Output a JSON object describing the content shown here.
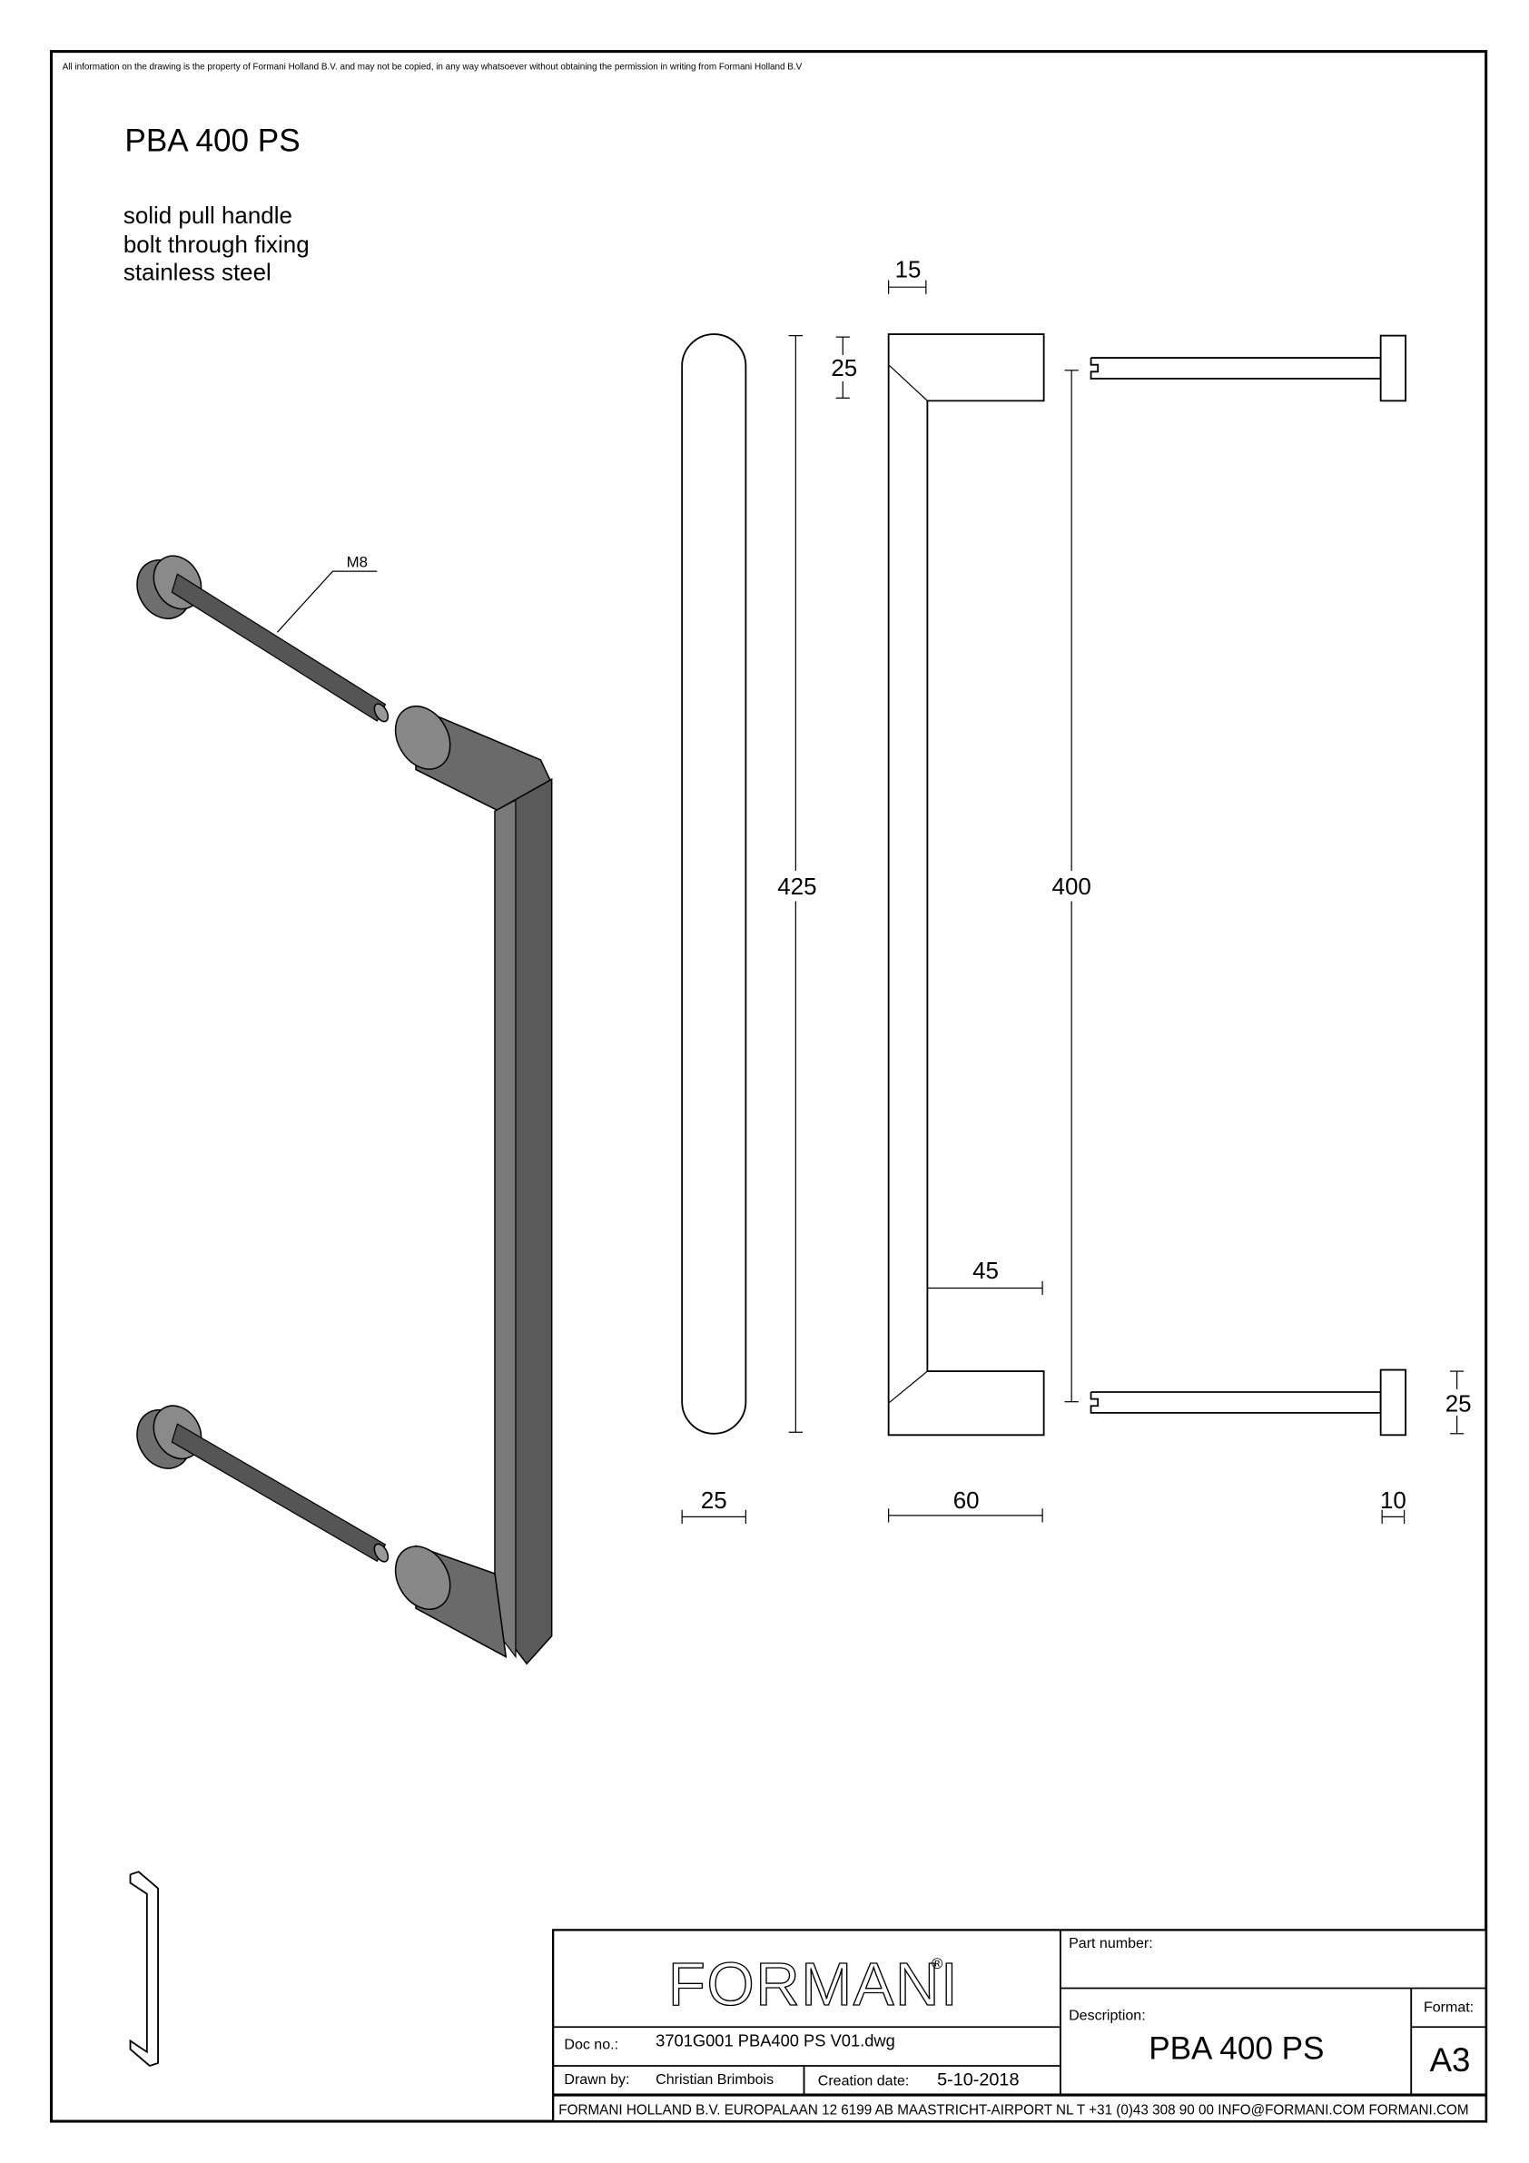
{
  "notice": "All information on the drawing is the property of Formani Holland B.V. and may not be copied, in any way whatsoever without obtaining the permission in writing from Formani Holland B.V",
  "title": "PBA 400 PS",
  "description_lines": [
    "solid pull handle",
    "bolt through fixing",
    "stainless steel"
  ],
  "callouts": {
    "thread": "M8"
  },
  "dimensions": {
    "front_width": "25",
    "front_height": "425",
    "side_top_thickness": "15",
    "side_leg_height": "25",
    "side_depth_inner": "45",
    "side_depth": "60",
    "center_distance": "400",
    "bolt_rosette_dia": "25",
    "bolt_rosette_thickness": "10"
  },
  "title_block": {
    "logo": "FORMANI",
    "logo_mark": "®",
    "part_number_label": "Part number:",
    "part_number": "",
    "description_label": "Description:",
    "description": "PBA 400 PS",
    "format_label": "Format:",
    "format": "A3",
    "doc_no_label": "Doc no.:",
    "doc_no": "3701G001 PBA400 PS V01.dwg",
    "drawn_by_label": "Drawn by:",
    "drawn_by": "Christian Brimbois",
    "creation_date_label": "Creation date:",
    "creation_date": "5-10-2018",
    "footer": "FORMANI HOLLAND B.V.  EUROPALAAN 12  6199 AB MAASTRICHT-AIRPORT NL  T +31 (0)43 308 90 00 INFO@FORMANI.COM FORMANI.COM"
  }
}
